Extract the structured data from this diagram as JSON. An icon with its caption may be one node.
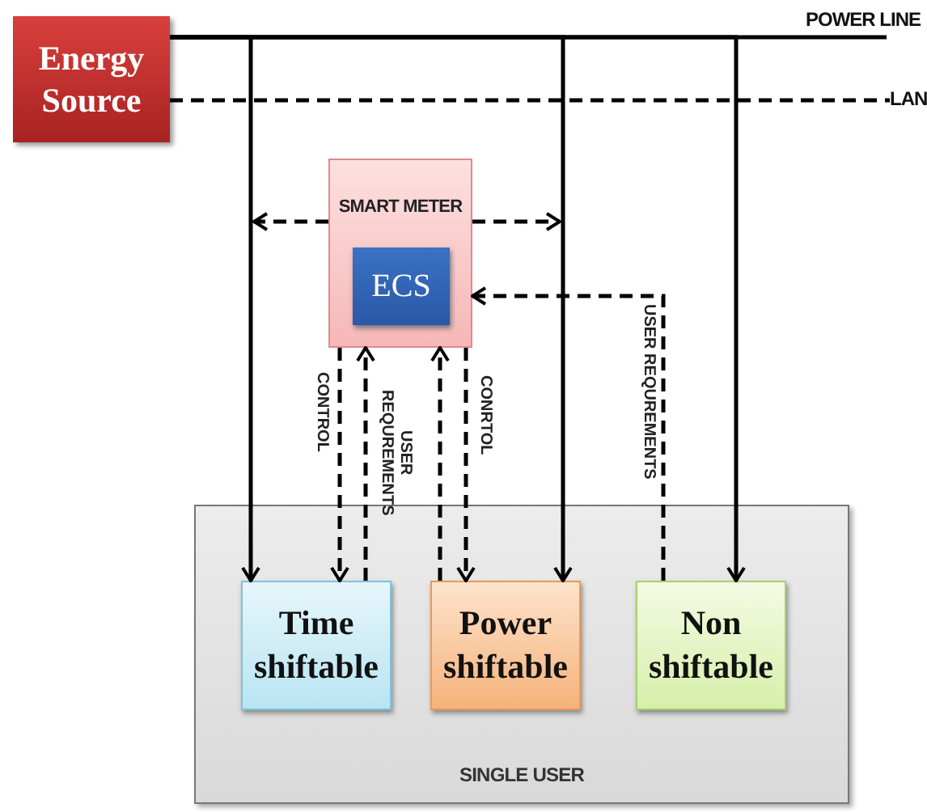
{
  "diagram": {
    "nodes": [
      {
        "text": [
          "Energy Source"
        ]
      },
      {
        "text": [
          "SMART METER"
        ]
      },
      {
        "text": [
          "ECS"
        ],
        "in": 1
      },
      {
        "text": [
          "SINGLE USER"
        ]
      },
      {
        "text": [
          "Time shiftable"
        ],
        "in": 3
      },
      {
        "text": [
          "Power shiftable"
        ],
        "in": 3
      },
      {
        "text": [
          "Non shiftable"
        ],
        "in": 3
      },
      {
        "text": [
          "POWER LINE"
        ]
      },
      {
        "text": [
          "LAN"
        ]
      }
    ],
    "edges": [
      {
        "from": 0,
        "to": 4,
        "arrow": "to"
      },
      {
        "from": 0,
        "to": 5,
        "arrow": "to"
      },
      {
        "from": 0,
        "to": 6,
        "arrow": "to"
      },
      {
        "from": 0,
        "to": 8,
        "arrow": "none",
        "style": "dashed"
      },
      {
        "from": 1,
        "to": null,
        "arrow": "to",
        "style": "dashed"
      },
      {
        "from": 1,
        "to": null,
        "arrow": "to",
        "style": "dashed"
      },
      {
        "from": 1,
        "to": 4,
        "arrow": "to",
        "style": "dashed",
        "label": "CONTROL"
      },
      {
        "from": 4,
        "to": 1,
        "arrow": "to",
        "style": "dashed",
        "label": "USER REQUREMENTS"
      },
      {
        "from": 5,
        "to": 1,
        "arrow": "to",
        "style": "dashed"
      },
      {
        "from": 1,
        "to": 5,
        "arrow": "to",
        "style": "dashed",
        "label": "CONRTOL"
      },
      {
        "from": 6,
        "to": 1,
        "arrow": "to",
        "style": "dashed",
        "label": "USER REQUREMENTS"
      },
      {
        "from": 0,
        "to": 7,
        "arrow": "none"
      }
    ]
  }
}
